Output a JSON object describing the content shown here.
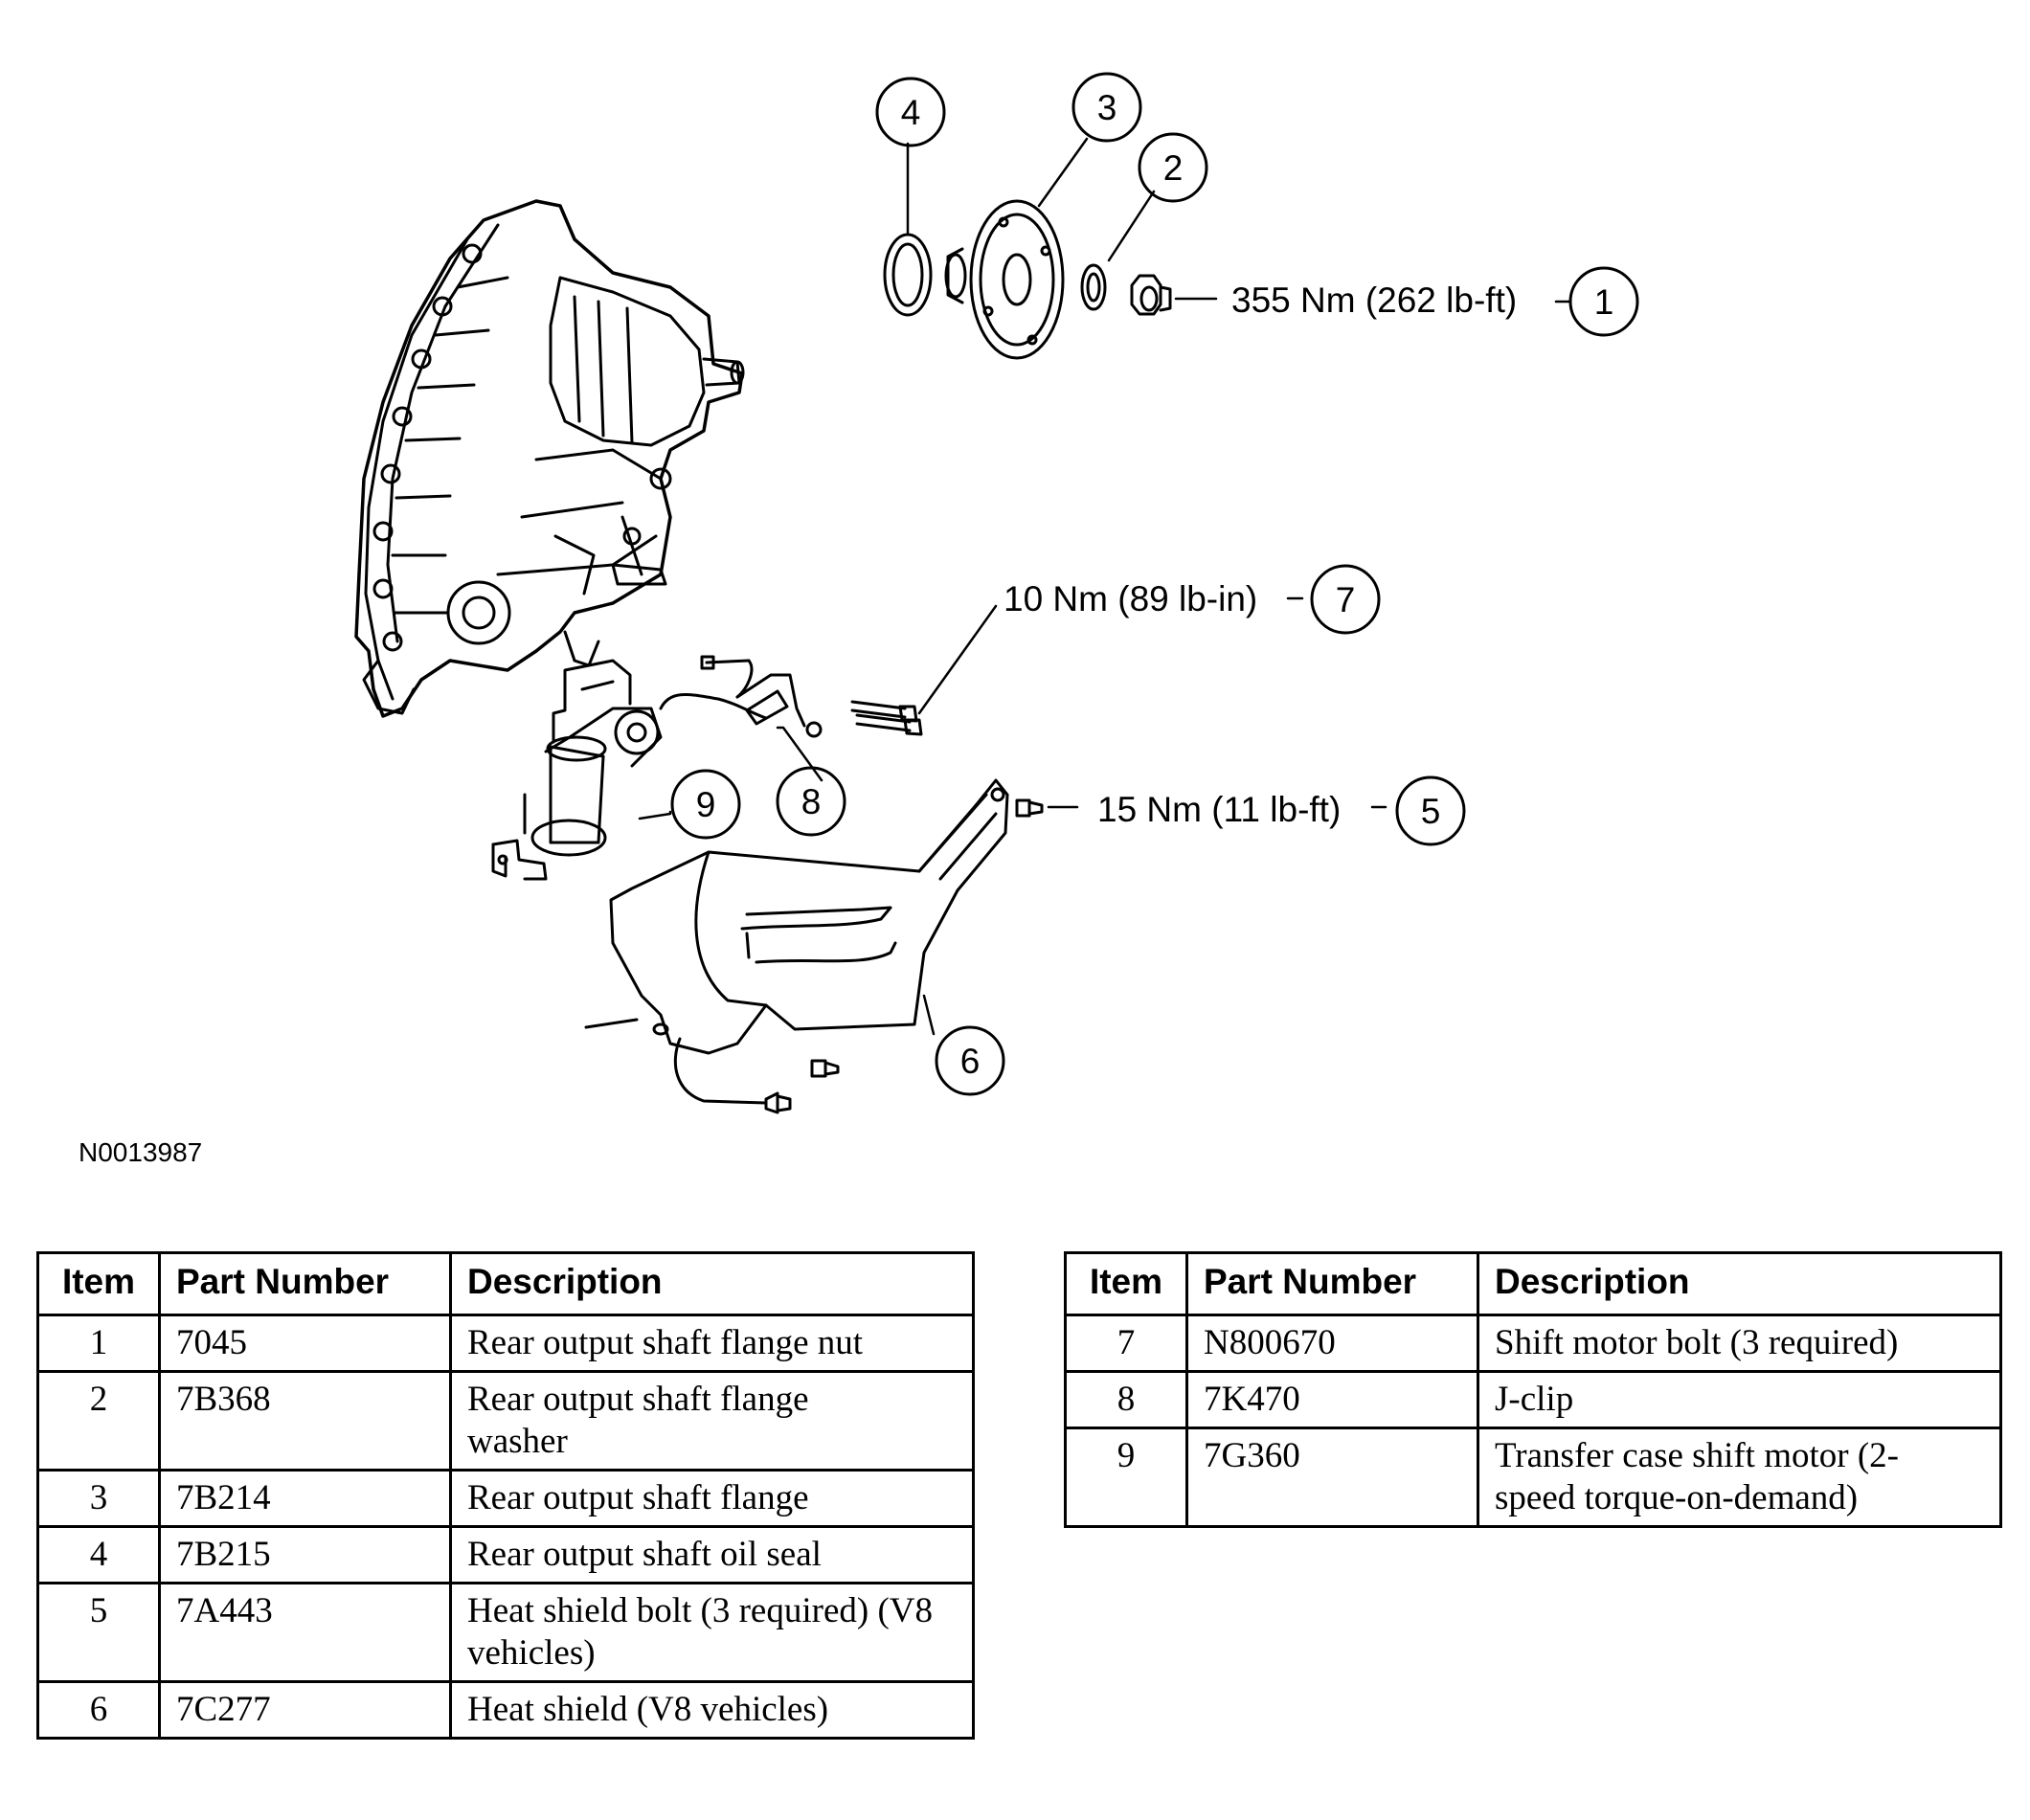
{
  "diagram": {
    "callouts": [
      {
        "num": "1",
        "torque": "355 Nm (262 lb-ft)"
      },
      {
        "num": "2"
      },
      {
        "num": "3"
      },
      {
        "num": "4"
      },
      {
        "num": "5",
        "torque": "15 Nm (11 lb-ft)"
      },
      {
        "num": "6"
      },
      {
        "num": "7",
        "torque": "10 Nm (89 lb-in)"
      },
      {
        "num": "8"
      },
      {
        "num": "9"
      }
    ],
    "reference_code": "N0013987"
  },
  "table_left": {
    "headers": [
      "Item",
      "Part Number",
      "Description"
    ],
    "rows": [
      {
        "item": "1",
        "part": "7045",
        "desc": "Rear output shaft flange nut"
      },
      {
        "item": "2",
        "part": "7B368",
        "desc": "Rear output shaft flange washer"
      },
      {
        "item": "3",
        "part": "7B214",
        "desc": "Rear output shaft flange"
      },
      {
        "item": "4",
        "part": "7B215",
        "desc": "Rear output shaft oil seal"
      },
      {
        "item": "5",
        "part": "7A443",
        "desc": "Heat shield bolt (3 required) (V8 vehicles)"
      },
      {
        "item": "6",
        "part": "7C277",
        "desc": "Heat shield (V8 vehicles)"
      }
    ]
  },
  "table_right": {
    "headers": [
      "Item",
      "Part Number",
      "Description"
    ],
    "rows": [
      {
        "item": "7",
        "part": "N800670",
        "desc": "Shift motor bolt (3 required)"
      },
      {
        "item": "8",
        "part": "7K470",
        "desc": "J-clip"
      },
      {
        "item": "9",
        "part": "7G360",
        "desc": "Transfer case shift motor (2-speed torque-on-demand)"
      }
    ]
  }
}
